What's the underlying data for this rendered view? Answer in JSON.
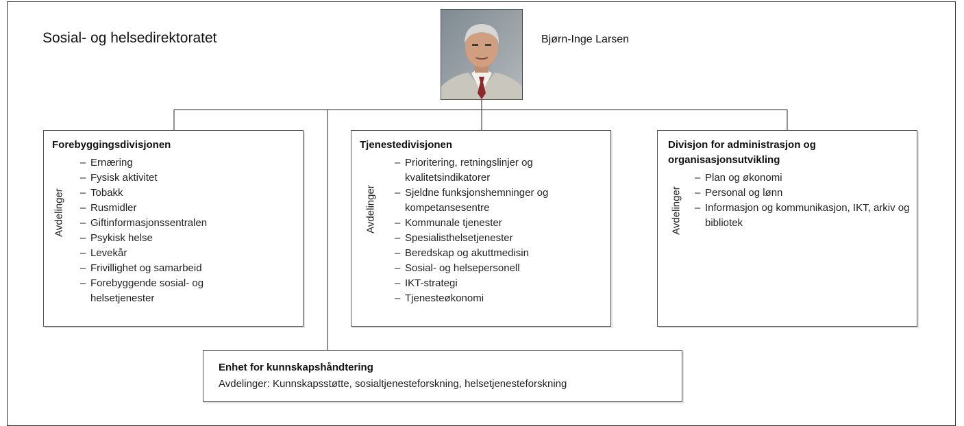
{
  "org": {
    "title": "Sosial- og helsedirektoratet",
    "leader_name": "Bjørn-Inge Larsen"
  },
  "divisions": [
    {
      "title": "Forebyggingsdivisjonen",
      "side_label": "Avdelinger",
      "items": [
        "Ernæring",
        "Fysisk aktivitet",
        "Tobakk",
        "Rusmidler",
        "Giftinformasjonssentralen",
        "Psykisk helse",
        "Levekår",
        "Frivillighet og samarbeid",
        "Forebyggende sosial- og helsetjenester"
      ]
    },
    {
      "title": "Tjenestedivisjonen",
      "side_label": "Avdelinger",
      "items": [
        "Prioritering, retningslinjer og kvalitetsindikatorer",
        "Sjeldne funksjonshemninger og kompetansesentre",
        "Kommunale tjenester",
        "Spesialisthelsetjenester",
        "Beredskap og akuttmedisin",
        "Sosial- og helsepersonell",
        "IKT-strategi",
        "Tjenesteøkonomi"
      ]
    },
    {
      "title": "Divisjon for administrasjon og organisasjonsutvikling",
      "side_label": "Avdelinger",
      "items": [
        "Plan og økonomi",
        "Personal og lønn",
        "Informasjon og kommunikasjon, IKT, arkiv og bibliotek"
      ]
    }
  ],
  "unit": {
    "title": "Enhet for kunnskapshåndtering",
    "text": "Avdelinger: Kunnskapsstøtte, sosialtjenesteforskning, helsetjenesteforskning"
  }
}
